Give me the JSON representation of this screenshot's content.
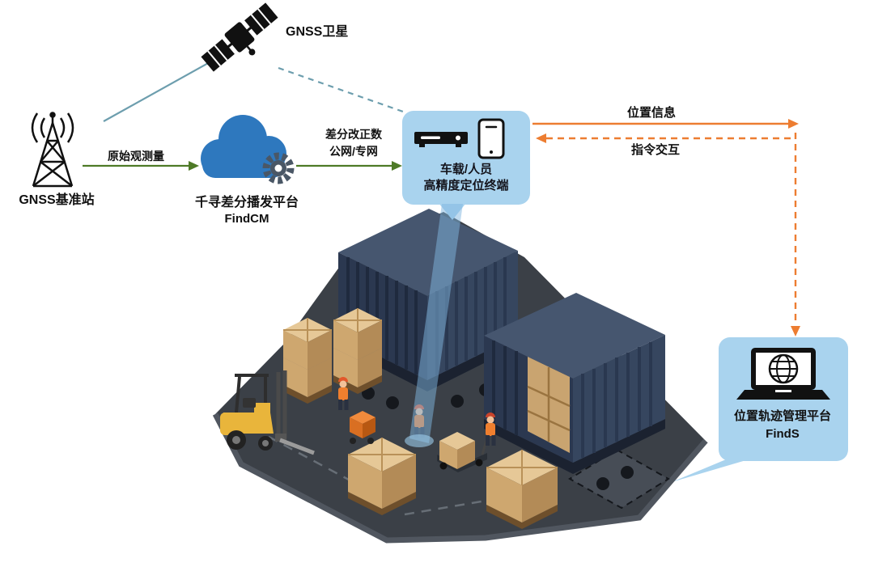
{
  "nodes": {
    "satellite": {
      "label": "GNSS卫星"
    },
    "base_station": {
      "label": "GNSS基准站"
    },
    "correction_platform": {
      "name": "千寻差分播发平台",
      "product": "FindCM"
    },
    "terminal": {
      "line1": "车载/人员",
      "line2": "高精度定位终端"
    },
    "management_platform": {
      "name": "位置轨迹管理平台",
      "product": "FindS"
    }
  },
  "edges": {
    "raw_observation": {
      "label": "原始观测量"
    },
    "correction": {
      "line1": "差分改正数",
      "line2": "公网/专网"
    },
    "position_info": {
      "label": "位置信息"
    },
    "command": {
      "label": "指令交互"
    }
  },
  "icons": {
    "satellite": "satellite-icon",
    "base_station": "signal-tower-icon",
    "correction_platform": "cloud-gear-icon",
    "terminal_receiver": "receiver-box-icon",
    "terminal_phone": "smartphone-icon",
    "management_platform": "laptop-globe-icon"
  },
  "colors": {
    "node_box": "#A9D3EE",
    "cloud_blue": "#2E78BE",
    "gear_gray": "#4A5766",
    "arrow_green": "#4E7A27",
    "arrow_orange": "#ED7D31",
    "link_blue": "#6D9EAE",
    "ground": "#3B4047",
    "container": "#2B3850",
    "crate": "#CEA76F",
    "forklift": "#E9B53B"
  }
}
